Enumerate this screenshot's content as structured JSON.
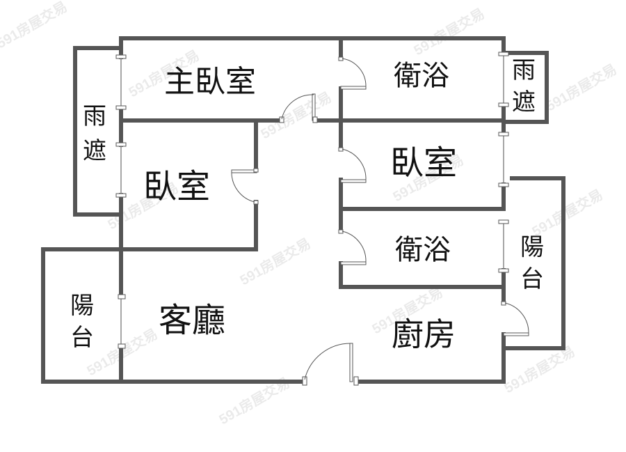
{
  "floorplan": {
    "rooms": {
      "master_bedroom": "主臥室",
      "bathroom_1": "衛浴",
      "rain_shelter_right": [
        "雨",
        "遮"
      ],
      "rain_shelter_left": [
        "雨",
        "遮"
      ],
      "bedroom_left": "臥室",
      "bedroom_right": "臥室",
      "bathroom_2": "衛浴",
      "balcony_right": [
        "陽",
        "台"
      ],
      "balcony_left": [
        "陽",
        "台"
      ],
      "living_room": "客廳",
      "kitchen": "廚房"
    },
    "watermark": "591房屋交易",
    "colors": {
      "wall": "#555555",
      "text": "#111111",
      "background": "#ffffff"
    }
  }
}
